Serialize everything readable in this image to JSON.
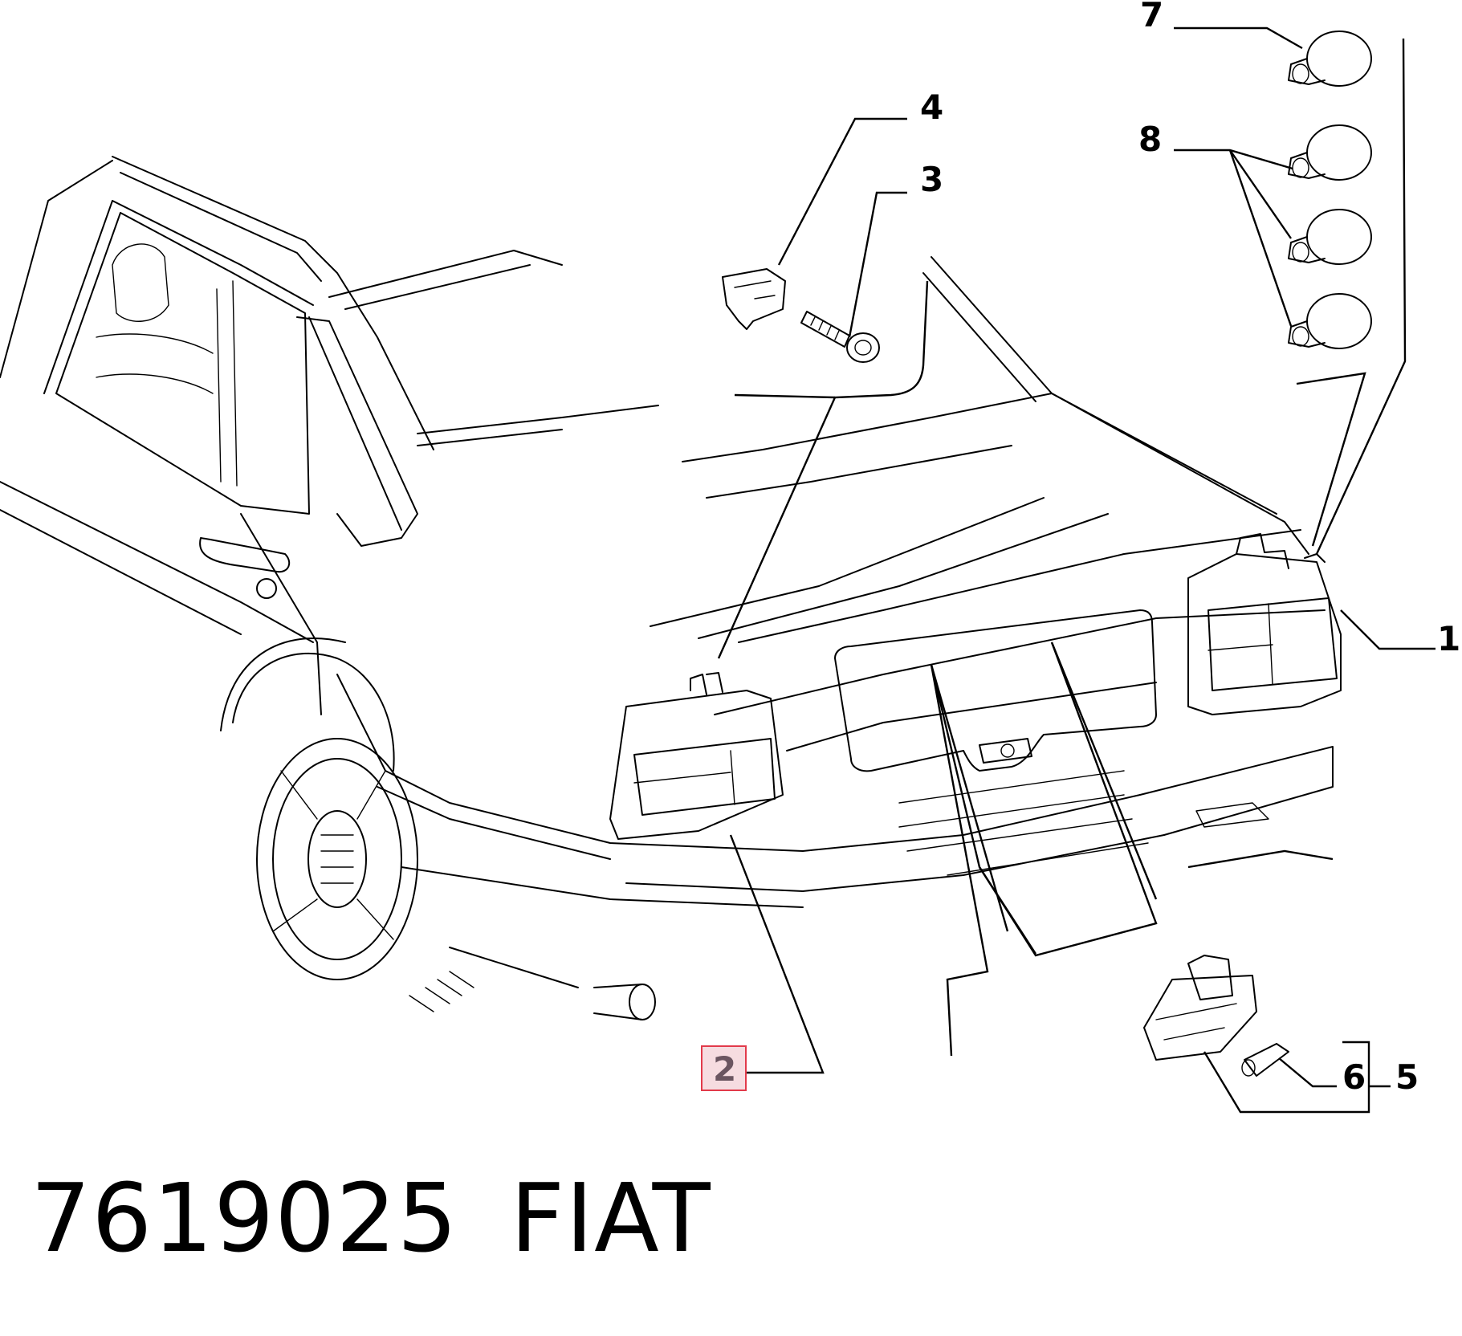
{
  "callouts": {
    "c1": "1",
    "c2": "2",
    "c3": "3",
    "c4": "4",
    "c5": "5",
    "c6": "6",
    "c7": "7",
    "c8": "8"
  },
  "caption": {
    "part_number": "7619025",
    "brand": "FIAT"
  },
  "colors": {
    "highlight_fill": "#f6dce0",
    "highlight_stroke": "#e23a4a",
    "highlight_text": "#6b5560"
  }
}
